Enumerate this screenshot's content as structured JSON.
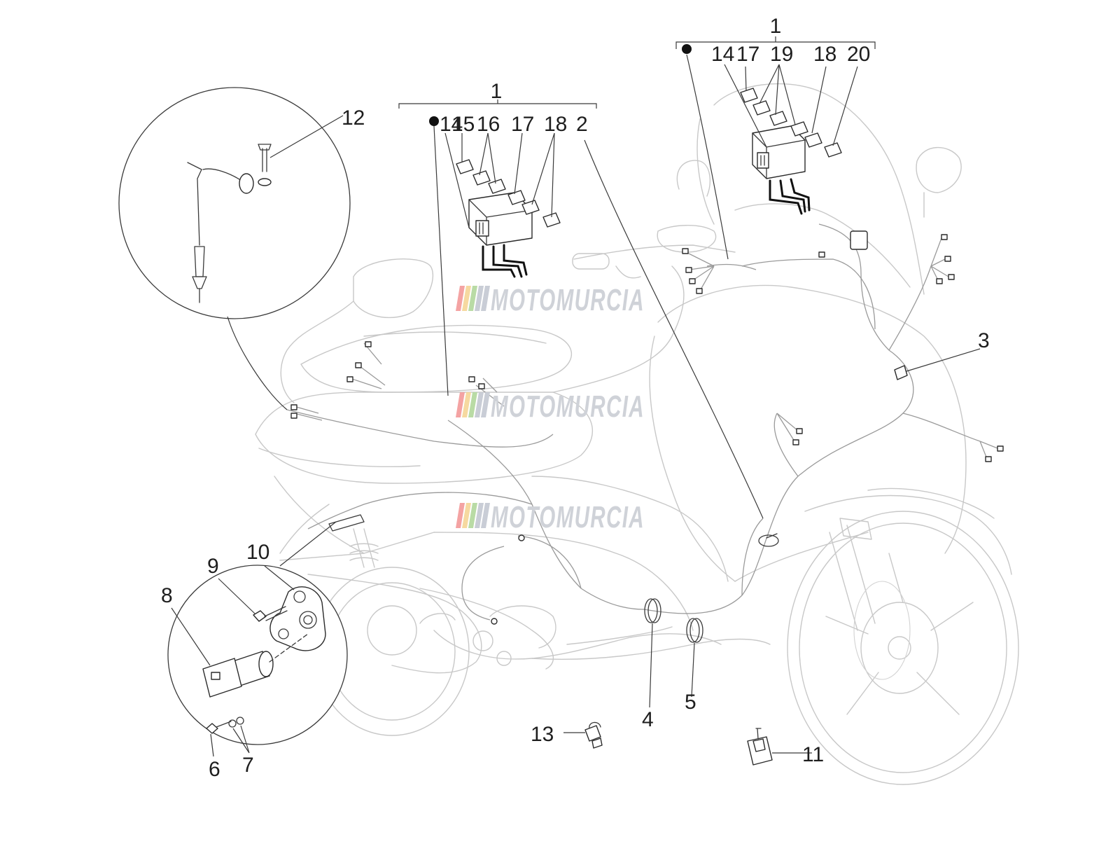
{
  "watermark": {
    "text": "MOTOMURCIA",
    "stripe_colors": [
      "#f4a3a3",
      "#f6d9a0",
      "#b9dba5",
      "#c9cdd6",
      "#c9cdd6"
    ]
  },
  "callouts": {
    "c1_left": "1",
    "c1_right": "1",
    "c2": "2",
    "c3": "3",
    "c4": "4",
    "c5": "5",
    "c6": "6",
    "c7": "7",
    "c8": "8",
    "c9": "9",
    "c10": "10",
    "c11": "11",
    "c12": "12",
    "c13": "13",
    "left_group": [
      "14",
      "15",
      "16",
      "17",
      "18"
    ],
    "right_group": [
      "14",
      "17",
      "19",
      "18",
      "20"
    ]
  }
}
